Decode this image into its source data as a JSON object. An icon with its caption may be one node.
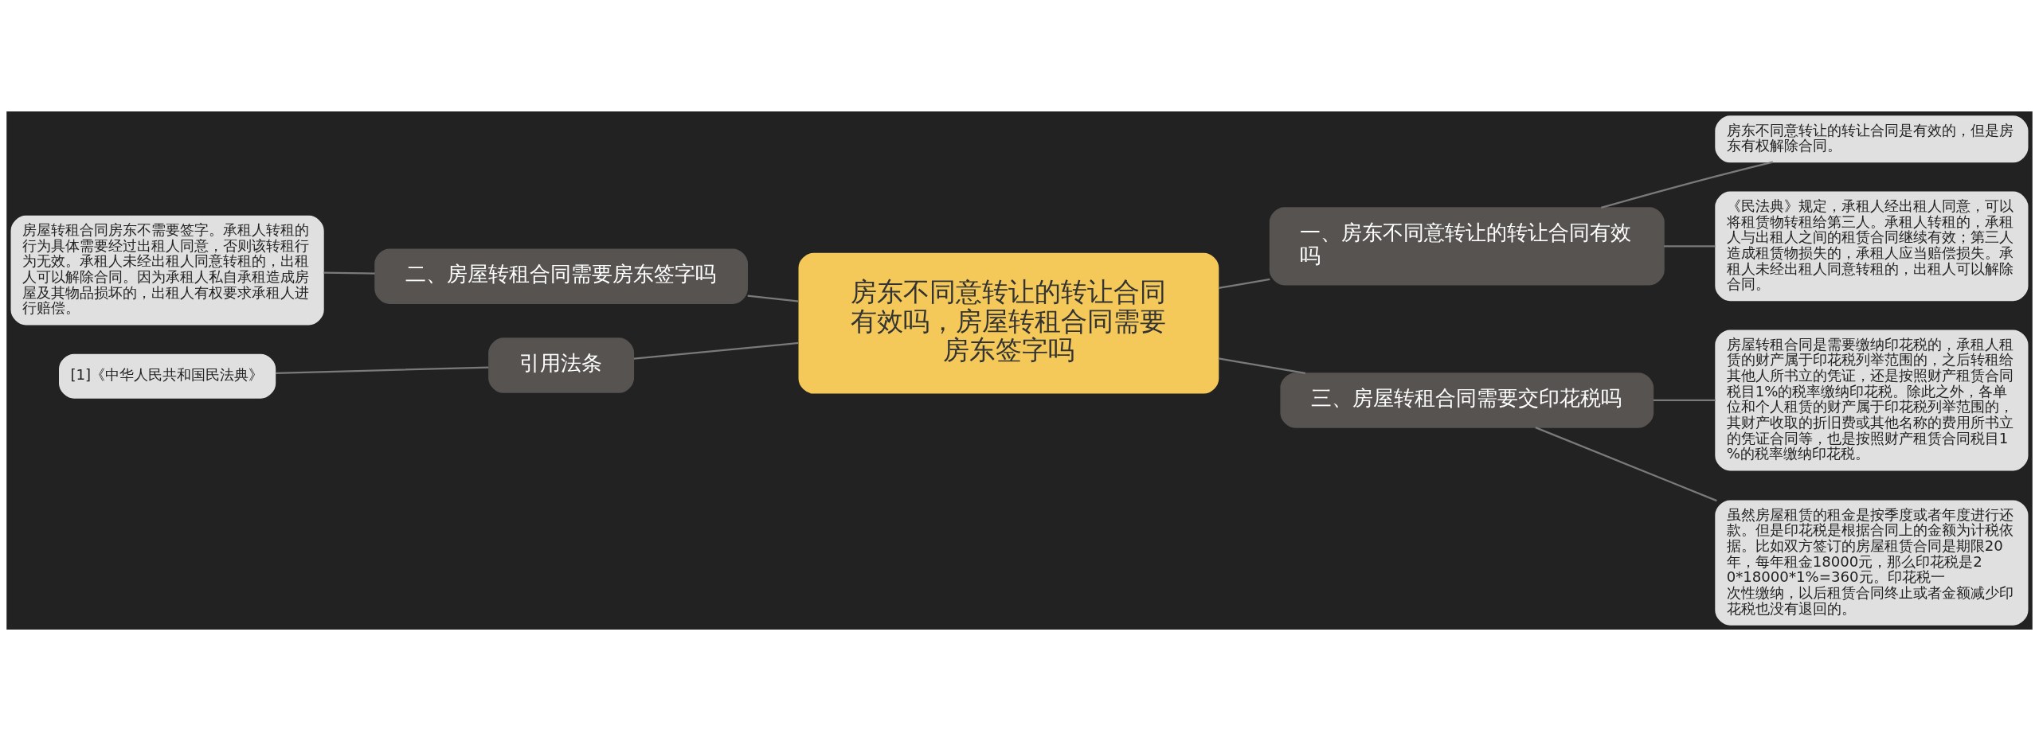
{
  "diagram": {
    "nodes": [
      {
        "text": [
          "房东不同意转让的转让合同有效吗，房屋转租合同需要房东签字吗"
        ]
      },
      {
        "text": [
          "一、房东不同意转让的转让合同有效吗"
        ]
      },
      {
        "text": [
          "房东不同意转让的转让合同是有效的，但是房东有权解除合同。"
        ]
      },
      {
        "text": [
          "《民法典》规定，承租人经出租人同意，可以将租赁物转租给第三人。承租人转租的，承租人与出租人之间的租赁合同继续有效；第三人造成租赁物损失的，承租人应当赔偿损失。承租人未经出租人同意转租的，出租人可以解除合同。"
        ]
      },
      {
        "text": [
          "二、房屋转租合同需要房东签字吗"
        ]
      },
      {
        "text": [
          "房屋转租合同房东不需要签字。承租人转租的行为具体需要经过出租人同意，否则该转租行为无效。承租人未经出租人同意转租的，出租人可以解除合同。因为承租人私自承租造成房屋及其物品损坏的，出租人有权要求承租人进行赔偿。"
        ]
      },
      {
        "text": [
          "引用法条"
        ]
      },
      {
        "text": [
          "[1]《中华人民共和国民法典》"
        ]
      },
      {
        "text": [
          "三、房屋转租合同需要交印花税吗"
        ]
      },
      {
        "text": [
          "房屋转租合同是需要缴纳印花税的，承租人租赁的财产属于印花税列举范围的，之后转租给其他人所书立的凭证，还是按照财产租赁合同税目1%的税率缴纳印花税。除此之外，各单位和个人租赁的财产属于印花税列举范围的，其财产收取的折旧费或其他名称的费用所书立的凭证合同等，也是按照财产租赁合同税目1%的税率缴纳印花税。"
        ]
      },
      {
        "text": [
          "虽然房屋租赁的租金是按季度或者年度进行还款。但是印花税是根据合同上的金额为计税依据。比如双方签订的房屋租赁合同是期限20年，每年租金18000元，那么印花税是20*18000*1%=360元。印花税一次性缴纳，以后租赁合同终止或者金额减少印花税也没有退回的。"
        ]
      }
    ],
    "edges": [
      {
        "from": 0,
        "to": 1,
        "arrow": "none"
      },
      {
        "from": 1,
        "to": 2,
        "arrow": "none"
      },
      {
        "from": 1,
        "to": 3,
        "arrow": "none"
      },
      {
        "from": 0,
        "to": 4,
        "arrow": "none"
      },
      {
        "from": 4,
        "to": 5,
        "arrow": "none"
      },
      {
        "from": 0,
        "to": 6,
        "arrow": "none"
      },
      {
        "from": 6,
        "to": 7,
        "arrow": "none"
      },
      {
        "from": 0,
        "to": 8,
        "arrow": "none"
      },
      {
        "from": 8,
        "to": 9,
        "arrow": "none"
      },
      {
        "from": 8,
        "to": 10,
        "arrow": "none"
      }
    ]
  }
}
